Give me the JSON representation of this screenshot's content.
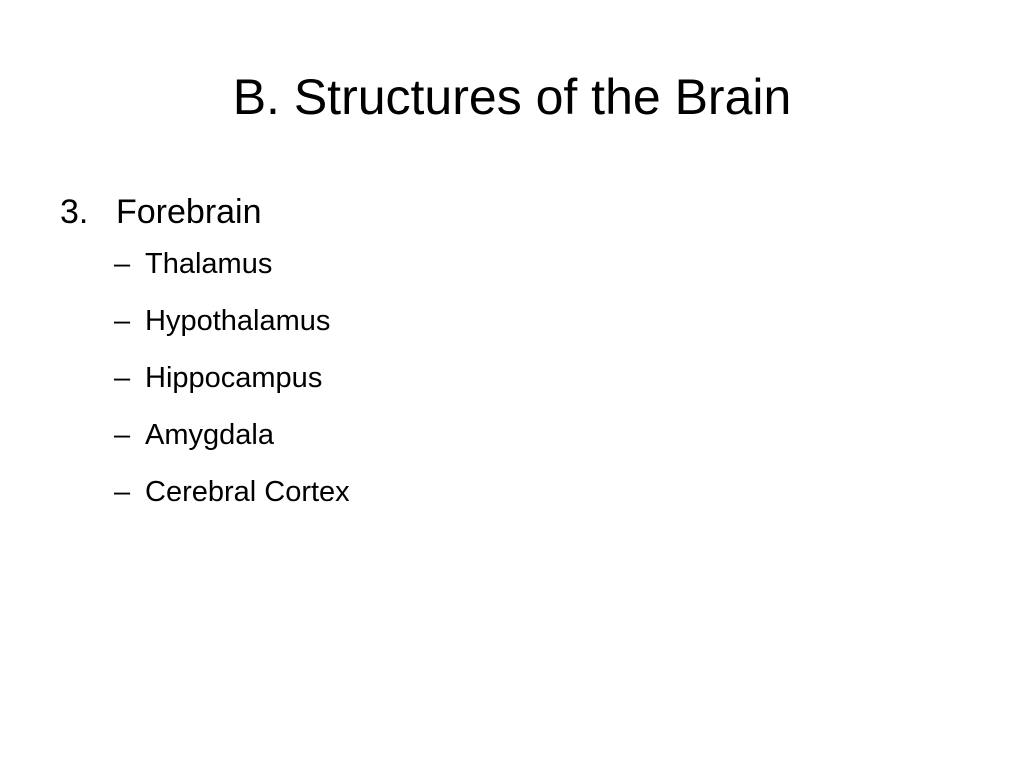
{
  "slide": {
    "title": "B.  Structures of the Brain",
    "main_item": {
      "number": "3.",
      "label": "Forebrain",
      "sub_bullet": "–",
      "subitems": [
        "Thalamus",
        "Hypothalamus",
        "Hippocampus",
        "Amygdala",
        "Cerebral Cortex"
      ]
    }
  }
}
